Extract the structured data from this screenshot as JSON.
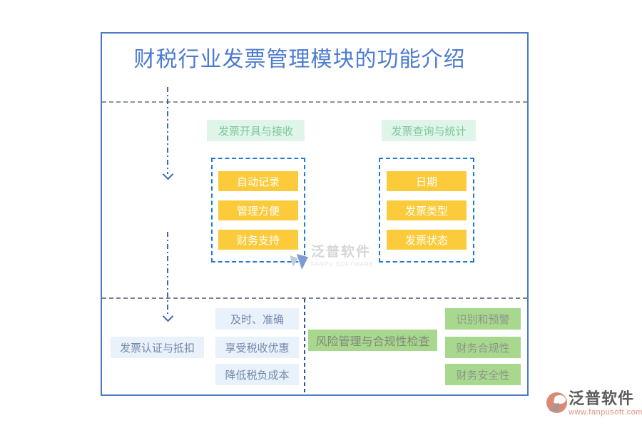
{
  "title": "财税行业发票管理模块的功能介绍",
  "flow": {
    "top_groups": [
      {
        "label": "发票开具与接收",
        "items": [
          "自动记录",
          "管理方便",
          "财务支持"
        ]
      },
      {
        "label": "发票查询与统计",
        "items": [
          "日期",
          "发票类型",
          "发票状态"
        ]
      }
    ],
    "bottom": {
      "left_label": "发票认证与抵扣",
      "benefit_items": [
        "及时、准确",
        "享受税收优惠",
        "降低税负成本"
      ],
      "risk_label": "风险管理与合规性检查",
      "risk_items": [
        "识别和预警",
        "财务合规性",
        "财务安全性"
      ]
    }
  },
  "watermark": {
    "name": "泛普软件",
    "subtitle": "FANPU SOFTWARE"
  },
  "footer": {
    "brand": "泛普软件",
    "website": "www.fanpusoft.com"
  },
  "colors": {
    "frame_border": "#4b79c4",
    "title_blue": "#4c7bd2",
    "button_yellow": "#fbcb3b",
    "green_label_bg": "#dff5e9",
    "green_label_text": "#7cc79b",
    "green_box_bg": "#a8d88e",
    "blue_box_bg": "#e9f1fb",
    "dashed_border_blue": "#1d7ad6",
    "arrow_blue": "#4068b2",
    "footer_accent": "#e2907d"
  }
}
